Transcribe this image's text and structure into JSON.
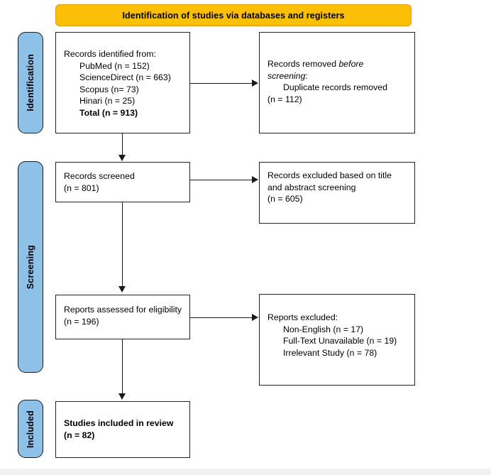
{
  "diagram": {
    "title": "PRISMA flow diagram",
    "banner": {
      "label": "Identification of studies via databases and registers",
      "color": "#fbbf07"
    },
    "stage_color": "#8ec1e8",
    "stages": [
      {
        "label": "Identification"
      },
      {
        "label": "Screening"
      },
      {
        "label": "Included"
      }
    ],
    "boxes": {
      "records_identified": {
        "lines": [
          {
            "text": "Records identified from:",
            "indent": false,
            "bold": false
          },
          {
            "text": "PubMed (n = 152)",
            "indent": true,
            "bold": false
          },
          {
            "text": "ScienceDirect (n = 663)",
            "indent": true,
            "bold": false
          },
          {
            "text": "Scopus (n= 73)",
            "indent": true,
            "bold": false
          },
          {
            "text": "Hinari (n = 25)",
            "indent": true,
            "bold": false
          },
          {
            "text": "Total (n = 913)",
            "indent": true,
            "bold": true
          }
        ]
      },
      "records_removed": {
        "line1_a": "Records removed ",
        "line1_b": "before",
        "line2_a": "screening",
        "line2_b": ":",
        "line3": "Duplicate records removed",
        "line4": "(n = 112)"
      },
      "records_screened": {
        "lines": [
          {
            "text": "Records screened",
            "indent": false,
            "bold": false
          },
          {
            "text": "(n = 801)",
            "indent": false,
            "bold": false
          }
        ]
      },
      "records_excluded": {
        "wrapped": "Records excluded based on title and abstract screening",
        "count": "(n = 605)"
      },
      "reports_assessed": {
        "lines": [
          {
            "text": "Reports assessed for eligibility",
            "indent": false,
            "bold": false
          },
          {
            "text": "(n = 196)",
            "indent": false,
            "bold": false
          }
        ]
      },
      "reports_excluded": {
        "lines": [
          {
            "text": "Reports excluded:",
            "indent": false,
            "bold": false
          },
          {
            "text": "Non-English (n = 17)",
            "indent": true,
            "bold": false
          },
          {
            "text": "Full-Text Unavailable (n = 19)",
            "indent": true,
            "bold": false
          },
          {
            "text": "Irrelevant Study (n = 78)",
            "indent": true,
            "bold": false
          }
        ]
      },
      "studies_included": {
        "lines": [
          {
            "text": "Studies included in review",
            "indent": false,
            "bold": true
          },
          {
            "text": "(n = 82)",
            "indent": false,
            "bold": true
          }
        ]
      }
    }
  }
}
